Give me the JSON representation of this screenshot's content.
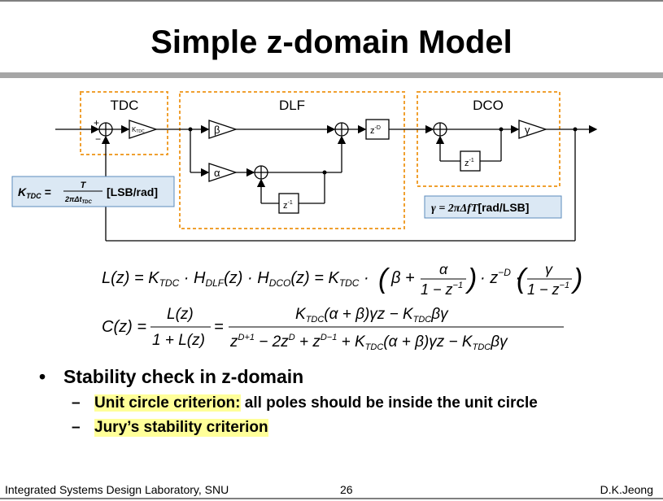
{
  "title": "Simple z-domain Model",
  "diagram": {
    "blocks": {
      "tdc_label": "TDC",
      "dlf_label": "DLF",
      "dco_label": "DCO",
      "ktdc_gain": "K",
      "ktdc_sub": "TDC",
      "beta": "β",
      "alpha": "α",
      "gamma": "γ",
      "z_delay_dlf": "z",
      "z_delay_dlf_exp": "-1",
      "z_delay_d": "z",
      "z_delay_d_exp": "-D",
      "z_delay_dco": "z",
      "z_delay_dco_exp": "-1",
      "plus_sign": "+",
      "minus_sign": "−"
    },
    "ktdc_box": {
      "lhs": "K",
      "lhs_sub": "TDC",
      "num": "T",
      "den": "2πΔt",
      "den_sub": "TDC",
      "unit": "[LSB/rad]"
    },
    "gamma_box": {
      "text": "γ = 2πΔfT",
      "unit": "[rad/LSB]"
    },
    "colors": {
      "dashed_border": "#f0a030",
      "box_fill": "#dbe8f4",
      "box_border": "#5b8bbd"
    }
  },
  "equations": {
    "L": "L(z) = K_TDC · H_DLF(z) · H_DCO(z) = K_TDC · (β + α/(1−z⁻¹)) · z⁻ᴰ · (γ/(1−z⁻¹))",
    "C": "C(z) = L(z)/(1+L(z)) = (K_TDC(α+β)γz − K_TDCβγ) / (z^(D+1) − 2z^D + z^(D−1) + K_TDC(α+β)γz − K_TDCβγ)"
  },
  "bullets": {
    "main": "Stability check in z-domain",
    "sub1_highlight": "Unit circle criterion:",
    "sub1_rest": " all poles should be inside the unit circle",
    "sub2_highlight": "Jury’s stability criterion"
  },
  "footer": {
    "left": "Integrated Systems Design Laboratory, SNU",
    "page": "26",
    "right": "D.K.Jeong"
  }
}
